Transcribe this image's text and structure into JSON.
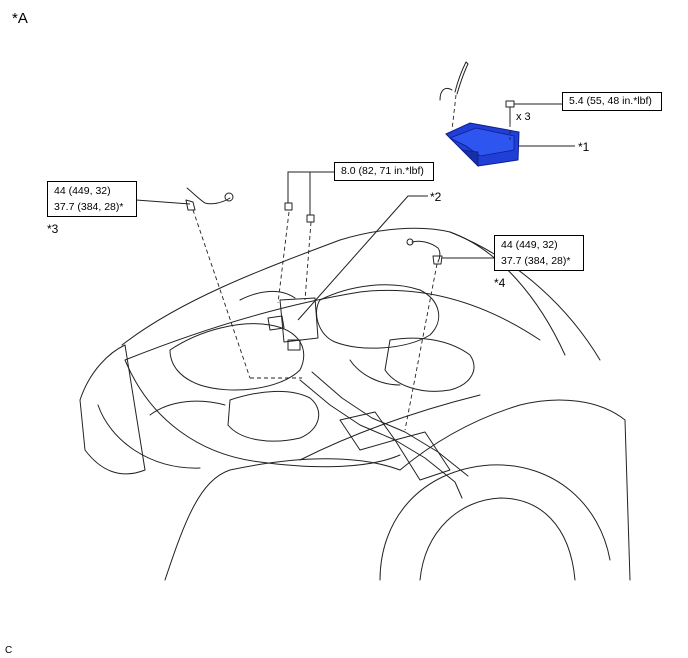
{
  "figure_label": "*A",
  "footer_code": "C",
  "callouts": {
    "c1": "*1",
    "c2": "*2",
    "c3": "*3",
    "c4": "*4"
  },
  "torque": {
    "bracket_bolt": "5.4 (55, 48 in.*lbf)",
    "bracket_qty": "x 3",
    "ecu_nuts": "8.0 (82, 71 in.*lbf)",
    "sensor3_line1": "44 (449, 32)",
    "sensor3_line2": "37.7 (384, 28)*",
    "sensor4_line1": "44 (449, 32)",
    "sensor4_line2": "37.7 (384, 28)*"
  },
  "colors": {
    "highlight_part": "#1f3fd8",
    "highlight_dark": "#0d1f8a",
    "line": "#222222"
  }
}
